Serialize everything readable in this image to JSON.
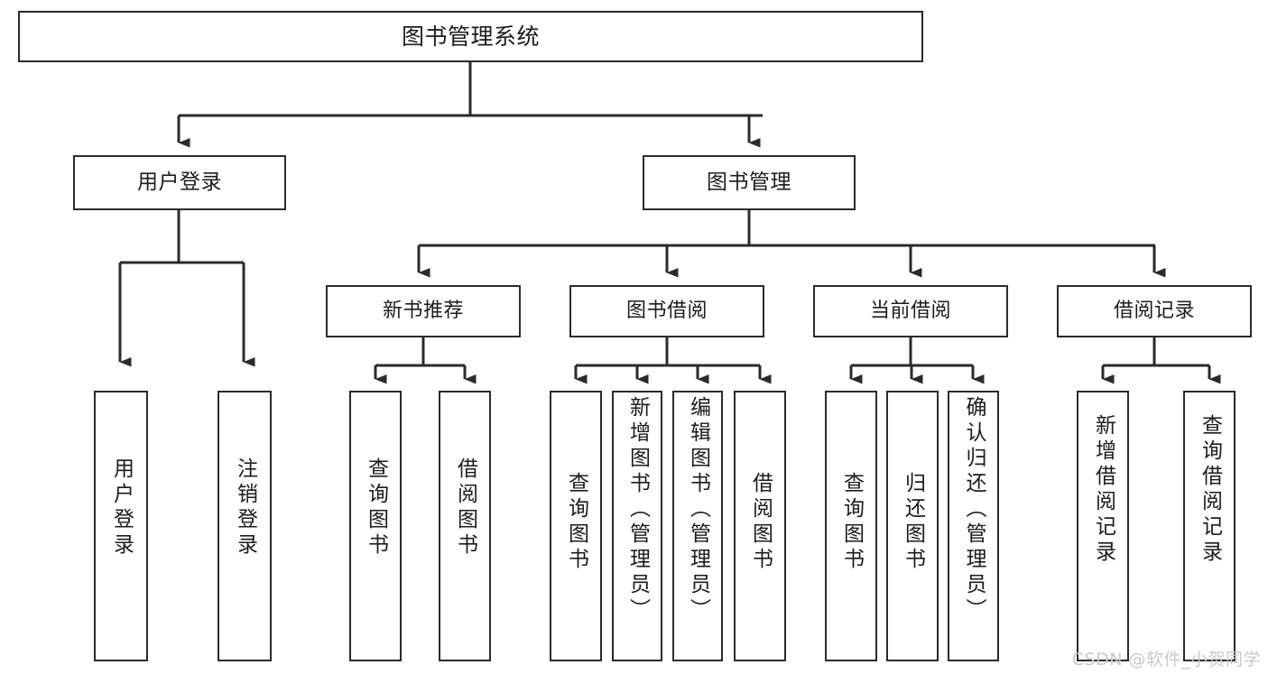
{
  "diagram": {
    "type": "tree-hierarchy",
    "title": "图书管理系统",
    "orientation": "top-down",
    "watermark": "CSDN @软件_小贺同学",
    "colors": {
      "border": "#2b2b2b",
      "text": "#1c1c1c",
      "background": "#ffffff",
      "connector": "#2b2b2b",
      "watermark": "#c9c9c9"
    },
    "nodes": {
      "root": {
        "label": "图书管理系统"
      },
      "level2": [
        {
          "id": "user-login",
          "label": "用户登录"
        },
        {
          "id": "book-management",
          "label": "图书管理"
        }
      ],
      "level3": [
        {
          "id": "new-book-recommend",
          "label": "新书推荐"
        },
        {
          "id": "book-borrow",
          "label": "图书借阅"
        },
        {
          "id": "current-borrow",
          "label": "当前借阅"
        },
        {
          "id": "borrow-record",
          "label": "借阅记录"
        }
      ],
      "leaves": {
        "user-login": [
          {
            "id": "leaf-user-login",
            "label": "用户登录"
          },
          {
            "id": "leaf-logout",
            "label": "注销登录"
          }
        ],
        "new-book-recommend": [
          {
            "id": "leaf-query-book-1",
            "label": "查询图书"
          },
          {
            "id": "leaf-borrow-book-1",
            "label": "借阅图书"
          }
        ],
        "book-borrow": [
          {
            "id": "leaf-query-book-2",
            "label": "查询图书"
          },
          {
            "id": "leaf-add-book",
            "label": "新增图书（管理员）"
          },
          {
            "id": "leaf-edit-book",
            "label": "编辑图书（管理员）"
          },
          {
            "id": "leaf-borrow-book-2",
            "label": "借阅图书"
          }
        ],
        "current-borrow": [
          {
            "id": "leaf-query-book-3",
            "label": "查询图书"
          },
          {
            "id": "leaf-return-book",
            "label": "归还图书"
          },
          {
            "id": "leaf-confirm-return",
            "label": "确认归还（管理员）"
          }
        ],
        "borrow-record": [
          {
            "id": "leaf-add-record",
            "label": "新增借阅记录"
          },
          {
            "id": "leaf-query-record",
            "label": "查询借阅记录"
          }
        ]
      }
    }
  }
}
